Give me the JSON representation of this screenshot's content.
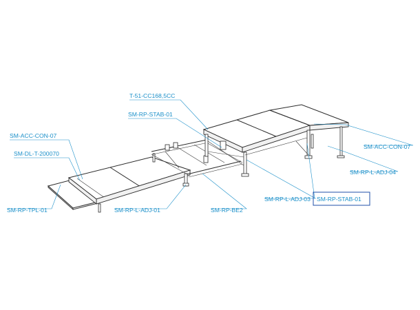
{
  "diagram": {
    "labels": {
      "t51_cc168": "T-51-CC168,5CC",
      "stab_upper": "SM-RP-STAB-01",
      "acc_con_left": "SM-ACC-CON-07",
      "dl_t": "SM-DL-T-200070",
      "tpl": "SM-RP-TPL-01",
      "l_adj_01": "SM-RP-L-ADJ-01",
      "be2": "SM-RP-BE2",
      "l_adj_03": "SM-RP-L-ADJ-03",
      "stab_boxed": "SM-RP-STAB-01",
      "l_adj_04": "SM-RP-L-ADJ-04",
      "acc_con_right": "SM-ACC-CON-07"
    },
    "colors": {
      "label": "#1a8fc9",
      "line": "#2a2a2a",
      "highlight_box": "#1f4fa8"
    }
  }
}
